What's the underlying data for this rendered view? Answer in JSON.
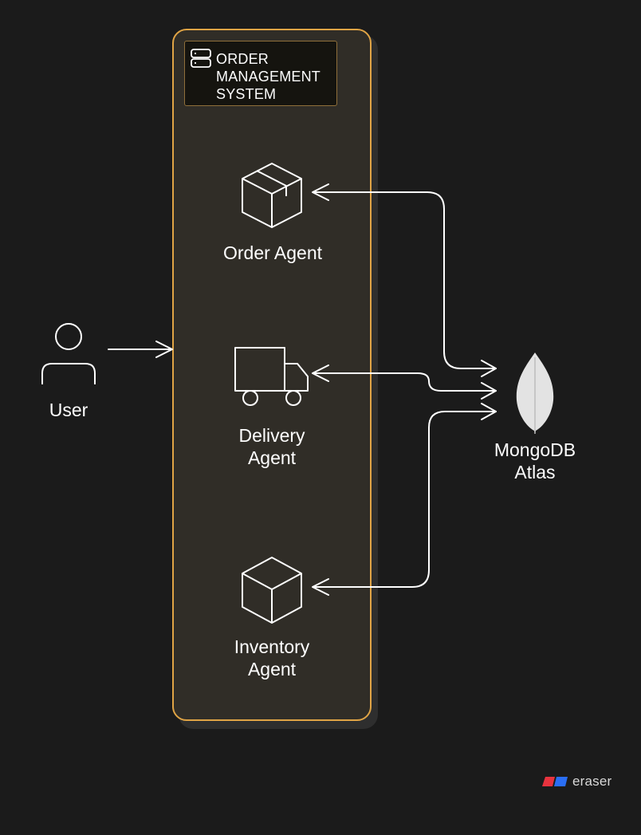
{
  "container": {
    "title": "ORDER\nMANAGEMENT\nSYSTEM",
    "border_color": "#e0a445",
    "icon": "server-icon"
  },
  "nodes": {
    "user": {
      "label": "User",
      "icon": "user-icon"
    },
    "order_agent": {
      "label": "Order Agent",
      "icon": "package-icon"
    },
    "delivery_agent": {
      "label": "Delivery\nAgent",
      "icon": "truck-icon"
    },
    "inventory_agent": {
      "label": "Inventory\nAgent",
      "icon": "cube-icon"
    },
    "mongodb": {
      "label": "MongoDB\nAtlas",
      "icon": "mongodb-leaf-icon"
    }
  },
  "edges": [
    {
      "from": "User",
      "to": "Order Management System"
    },
    {
      "from": "MongoDB Atlas",
      "to": "Order Agent"
    },
    {
      "from": "MongoDB Atlas",
      "to": "Delivery Agent"
    },
    {
      "from": "MongoDB Atlas",
      "to": "Inventory Agent"
    }
  ],
  "brand": {
    "name": "eraser",
    "colors": [
      "#e8333e",
      "#2a6ef5"
    ]
  }
}
